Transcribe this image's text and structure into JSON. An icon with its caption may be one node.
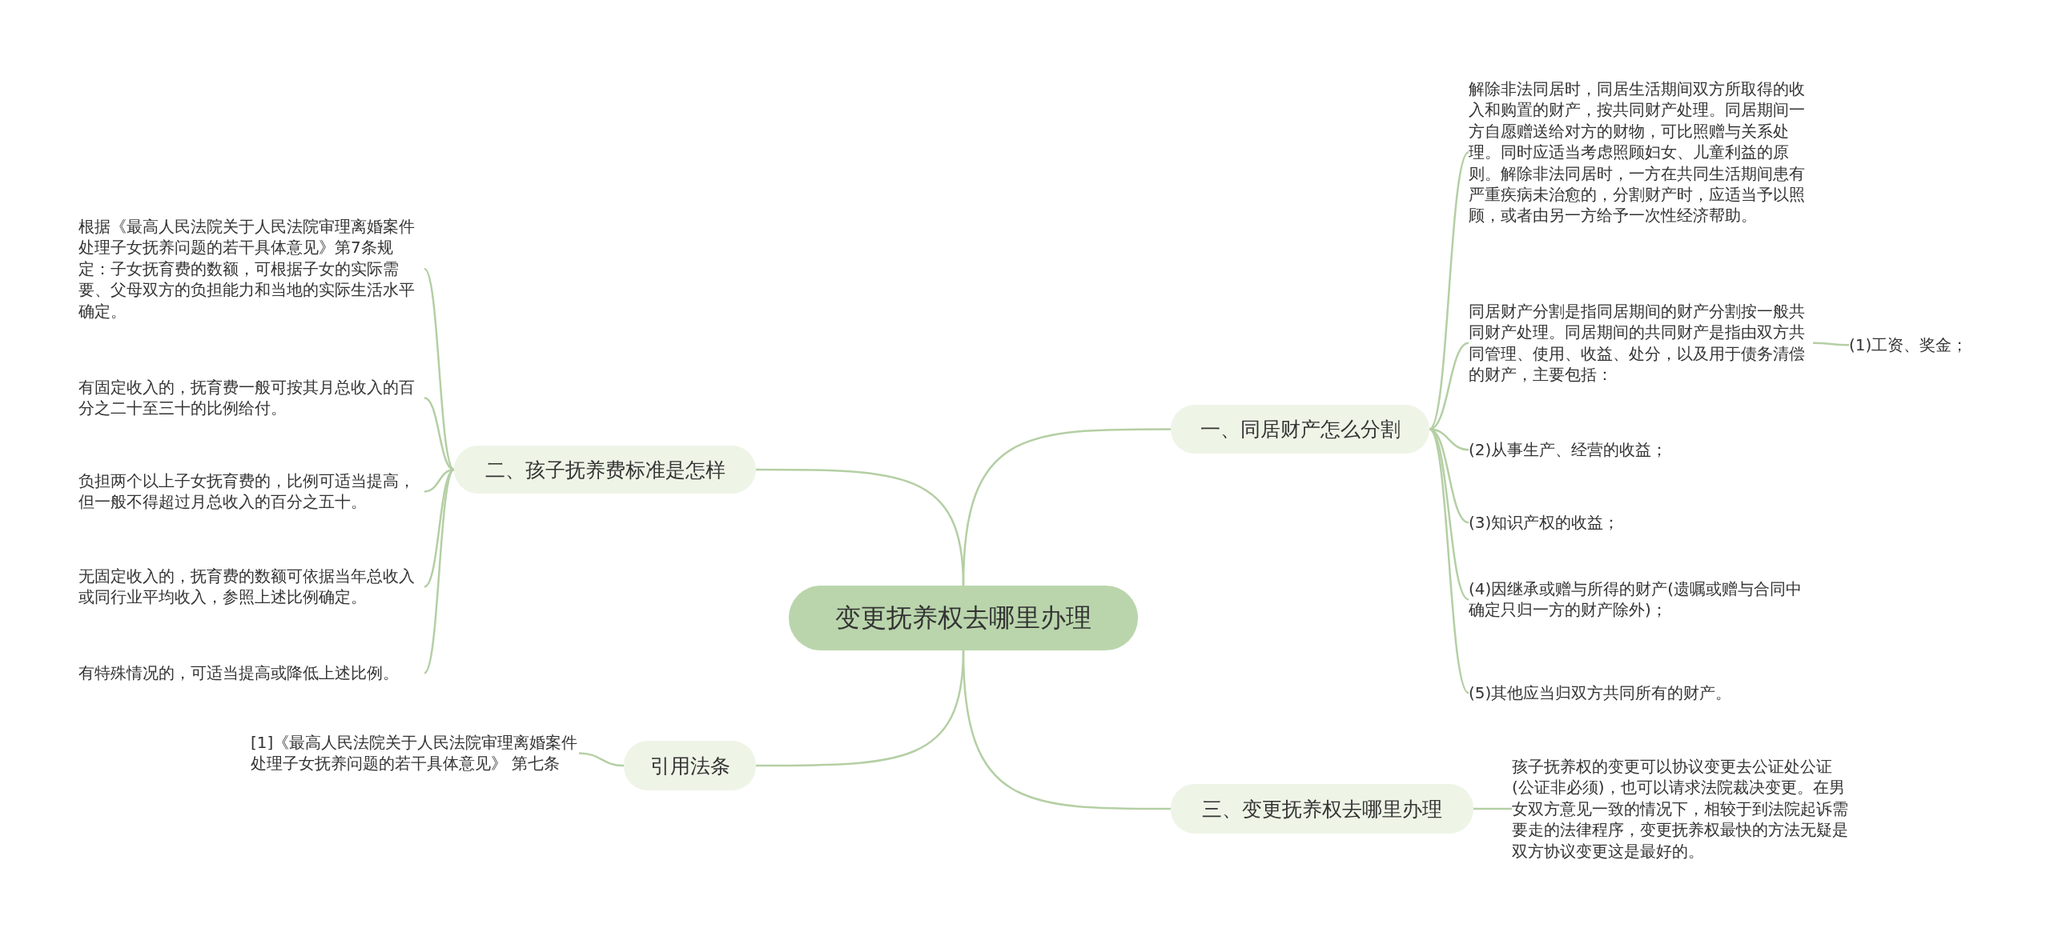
{
  "diagram": {
    "nodes": [
      {
        "text": [
          "变更抚养权去哪里办理"
        ]
      },
      {
        "text": [
          "一、同居财产怎么分割"
        ]
      },
      {
        "text": [
          "解除非法同居时，同居生活期间双方所取得的收入和购置的财产，按共同财产处理。同居期间一方自愿赠送给对方的财物，可比照赠与关系处理。同时应适当考虑照顾妇女、儿童利益的原则。解除非法同居时，一方在共同生活期间患有严重疾病未治愈的，分割财产时，应适当予以照顾，或者由另一方给予一次性经济帮助。"
        ]
      },
      {
        "text": [
          "同居财产分割是指同居期间的财产分割按一般共同财产处理。同居期间的共同财产是指由双方共同管理、使用、收益、处分，以及用于债务清偿的财产，主要包括："
        ]
      },
      {
        "text": [
          "(1)工资、奖金；"
        ]
      },
      {
        "text": [
          "(2)从事生产、经营的收益；"
        ]
      },
      {
        "text": [
          "(3)知识产权的收益；"
        ]
      },
      {
        "text": [
          "(4)因继承或赠与所得的财产(遗嘱或赠与合同中确定只归一方的财产除外)；"
        ]
      },
      {
        "text": [
          "(5)其他应当归双方共同所有的财产。"
        ]
      },
      {
        "text": [
          "二、孩子抚养费标准是怎样"
        ]
      },
      {
        "text": [
          "根据《最高人民法院关于人民法院审理离婚案件处理子女抚养问题的若干具体意见》第7条规定：子女抚育费的数额，可根据子女的实际需要、父母双方的负担能力和当地的实际生活水平确定。"
        ]
      },
      {
        "text": [
          "有固定收入的，抚育费一般可按其月总收入的百分之二十至三十的比例给付。"
        ]
      },
      {
        "text": [
          "负担两个以上子女抚育费的，比例可适当提高，但一般不得超过月总收入的百分之五十。"
        ]
      },
      {
        "text": [
          "无固定收入的，抚育费的数额可依据当年总收入或同行业平均收入，参照上述比例确定。"
        ]
      },
      {
        "text": [
          "有特殊情况的，可适当提高或降低上述比例。"
        ]
      },
      {
        "text": [
          "引用法条"
        ]
      },
      {
        "text": [
          "[1]《最高人民法院关于人民法院审理离婚案件处理子女抚养问题的若干具体意见》 第七条"
        ]
      },
      {
        "text": [
          "三、变更抚养权去哪里办理"
        ]
      },
      {
        "text": [
          "孩子抚养权的变更可以协议变更去公证处公证(公证非必须)，也可以请求法院裁决变更。在男女双方意见一致的情况下，相较于到法院起诉需要走的法律程序，变更抚养权最快的方法无疑是双方协议变更这是最好的。"
        ]
      }
    ],
    "edges": [
      {
        "from": 0,
        "to": 1,
        "arrow": "none"
      },
      {
        "from": 1,
        "to": 2,
        "arrow": "none"
      },
      {
        "from": 1,
        "to": 3,
        "arrow": "none"
      },
      {
        "from": 3,
        "to": 4,
        "arrow": "none"
      },
      {
        "from": 1,
        "to": 5,
        "arrow": "none"
      },
      {
        "from": 1,
        "to": 6,
        "arrow": "none"
      },
      {
        "from": 1,
        "to": 7,
        "arrow": "none"
      },
      {
        "from": 1,
        "to": 8,
        "arrow": "none"
      },
      {
        "from": 0,
        "to": 9,
        "arrow": "none"
      },
      {
        "from": 9,
        "to": 10,
        "arrow": "none"
      },
      {
        "from": 9,
        "to": 11,
        "arrow": "none"
      },
      {
        "from": 9,
        "to": 12,
        "arrow": "none"
      },
      {
        "from": 9,
        "to": 13,
        "arrow": "none"
      },
      {
        "from": 9,
        "to": 14,
        "arrow": "none"
      },
      {
        "from": 0,
        "to": 15,
        "arrow": "none"
      },
      {
        "from": 15,
        "to": 16,
        "arrow": "none"
      },
      {
        "from": 0,
        "to": 17,
        "arrow": "none"
      },
      {
        "from": 17,
        "to": 18,
        "arrow": "none"
      }
    ]
  }
}
